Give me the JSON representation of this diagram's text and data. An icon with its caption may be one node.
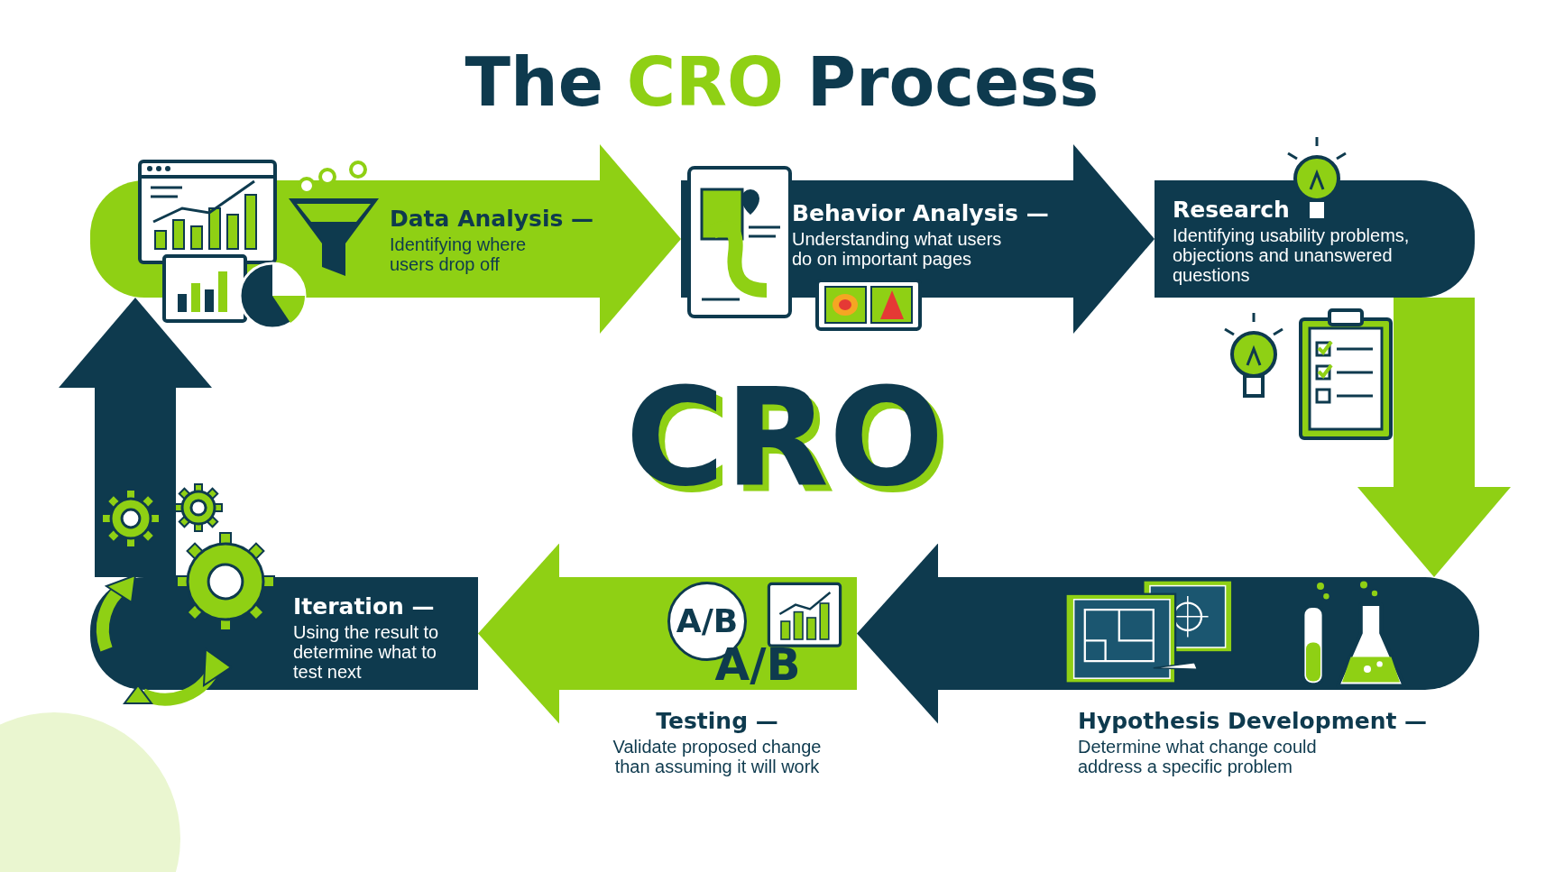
{
  "diagram": {
    "title": "The CRO Process",
    "nodes": [
      {
        "text": [
          "Data Analysis —",
          "Identifying where users drop off"
        ]
      },
      {
        "text": [
          "Behavior Analysis —",
          "Understanding what users do on important pages"
        ]
      },
      {
        "text": [
          "Research",
          "Identifying usability problems, objections and unanswered questions"
        ]
      },
      {
        "text": [
          "Hypothesis Development —",
          "Determine what change could address a specific problem"
        ]
      },
      {
        "text": [
          "Testing —",
          "Validate proposed change than assuming it will work"
        ]
      },
      {
        "text": [
          "Iteration —",
          "Using the result to determine what to test next"
        ]
      }
    ],
    "edges": [
      {
        "from": 0,
        "to": 1,
        "arrow": "to",
        "color": "#8fd014"
      },
      {
        "from": 1,
        "to": 2,
        "arrow": "to",
        "color": "#0e3a4e"
      },
      {
        "from": 2,
        "to": 3,
        "arrow": "to",
        "color": "#8fd014"
      },
      {
        "from": 3,
        "to": 4,
        "arrow": "to",
        "color": "#0e3a4e"
      },
      {
        "from": 4,
        "to": 5,
        "arrow": "to",
        "color": "#8fd014"
      },
      {
        "from": 5,
        "to": 0,
        "arrow": "to",
        "color": "#0e3a4e"
      }
    ],
    "labels": [
      "CRO",
      "A/B",
      "A/B"
    ]
  }
}
